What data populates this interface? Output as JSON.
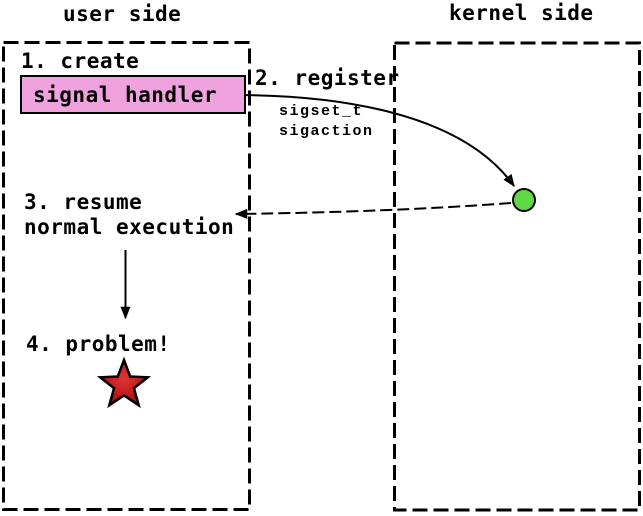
{
  "diagram": {
    "user_panel": {
      "title": "user side"
    },
    "kernel_panel": {
      "title": "kernel side"
    },
    "steps": {
      "step1_label": "1. create",
      "handler_label": "signal handler",
      "step2_label": "2. register",
      "register_args": [
        "sigset_t",
        "sigaction"
      ],
      "step3_line1": "3. resume",
      "step3_line2": "normal execution",
      "step4_label": "4. problem!"
    },
    "colors": {
      "handler_fill": "#f0a2de",
      "dot_fill": "#5ed943",
      "star_center": "#e03434",
      "star_mid": "#c41d1d",
      "star_edge": "#8f0f0f",
      "line": "#000000"
    }
  }
}
